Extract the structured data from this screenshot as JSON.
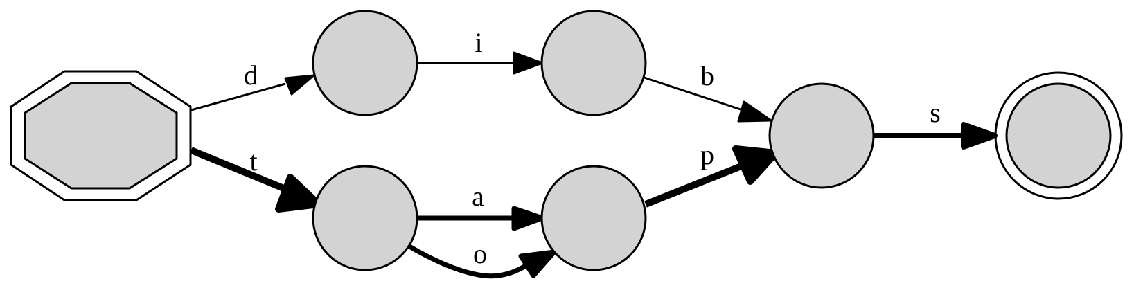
{
  "graph": {
    "start_state": {
      "shape": "double-octagon",
      "fill": "#d3d3d3"
    },
    "accept_state": {
      "shape": "double-circle",
      "fill": "#d3d3d3"
    },
    "edges": {
      "d": {
        "label": "d",
        "weight": "thin"
      },
      "i": {
        "label": "i",
        "weight": "thin"
      },
      "b": {
        "label": "b",
        "weight": "thin"
      },
      "t": {
        "label": "t",
        "weight": "heavy"
      },
      "a": {
        "label": "a",
        "weight": "medium"
      },
      "o": {
        "label": "o",
        "weight": "medium"
      },
      "p": {
        "label": "p",
        "weight": "heavy"
      },
      "s": {
        "label": "s",
        "weight": "medium"
      }
    }
  }
}
